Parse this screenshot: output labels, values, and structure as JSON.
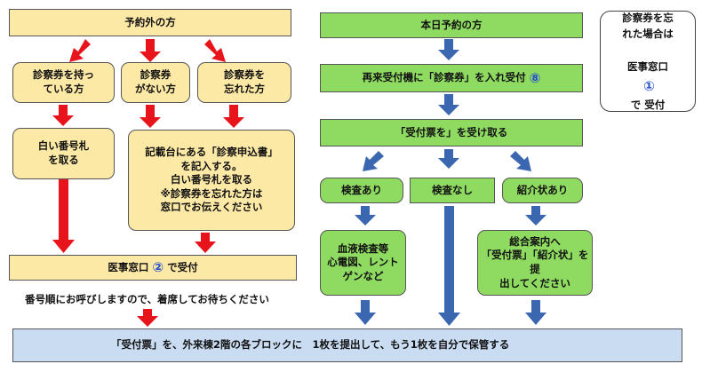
{
  "left": {
    "header": "予約外の方",
    "has_card": "診察券を持っ\nている方",
    "no_card": "診察券\nがない方",
    "forgot_card": "診察券を\n忘れた方",
    "white_ticket": "白い番号札\nを取る",
    "form_instructions": "記載台にある「診察申込書」\nを記入する。\n白い番号札を取る\n※診察券を忘れた方は\n窓口でお伝えください",
    "counter_label": "医事窓口",
    "counter_number": "②",
    "counter_suffix": "で受付",
    "wait_note": "番号順にお呼びしますので、着席してお待ちください"
  },
  "right": {
    "header": "本日予約の方",
    "machine": "再来受付機に「診察券」を入れ受付",
    "machine_number": "⑧",
    "receive": "「受付票を」を受け取る",
    "exam_yes": "検査あり",
    "exam_no": "検査なし",
    "referral": "紹介状あり",
    "exam_list": "血液検査等\n心電図、レント\nゲンなど",
    "info_desk": "総合案内へ\n「受付票」「紹介状」を提\n出してください"
  },
  "note": {
    "text": "診察券を忘\nれた場合は",
    "counter": "医事窓口",
    "number": "①",
    "suffix": "で 受付"
  },
  "bottom": {
    "text": "「受付票」を、外来棟2階の各ブロックに　1枚を提出して、もう1枚を自分で保管する"
  },
  "colors": {
    "red_arrow": "#e8141b",
    "blue_arrow": "#3b66b0",
    "yellow_box": "#fde9a6",
    "green_box": "#8fdb62",
    "blue_box": "#c9dcf2"
  }
}
